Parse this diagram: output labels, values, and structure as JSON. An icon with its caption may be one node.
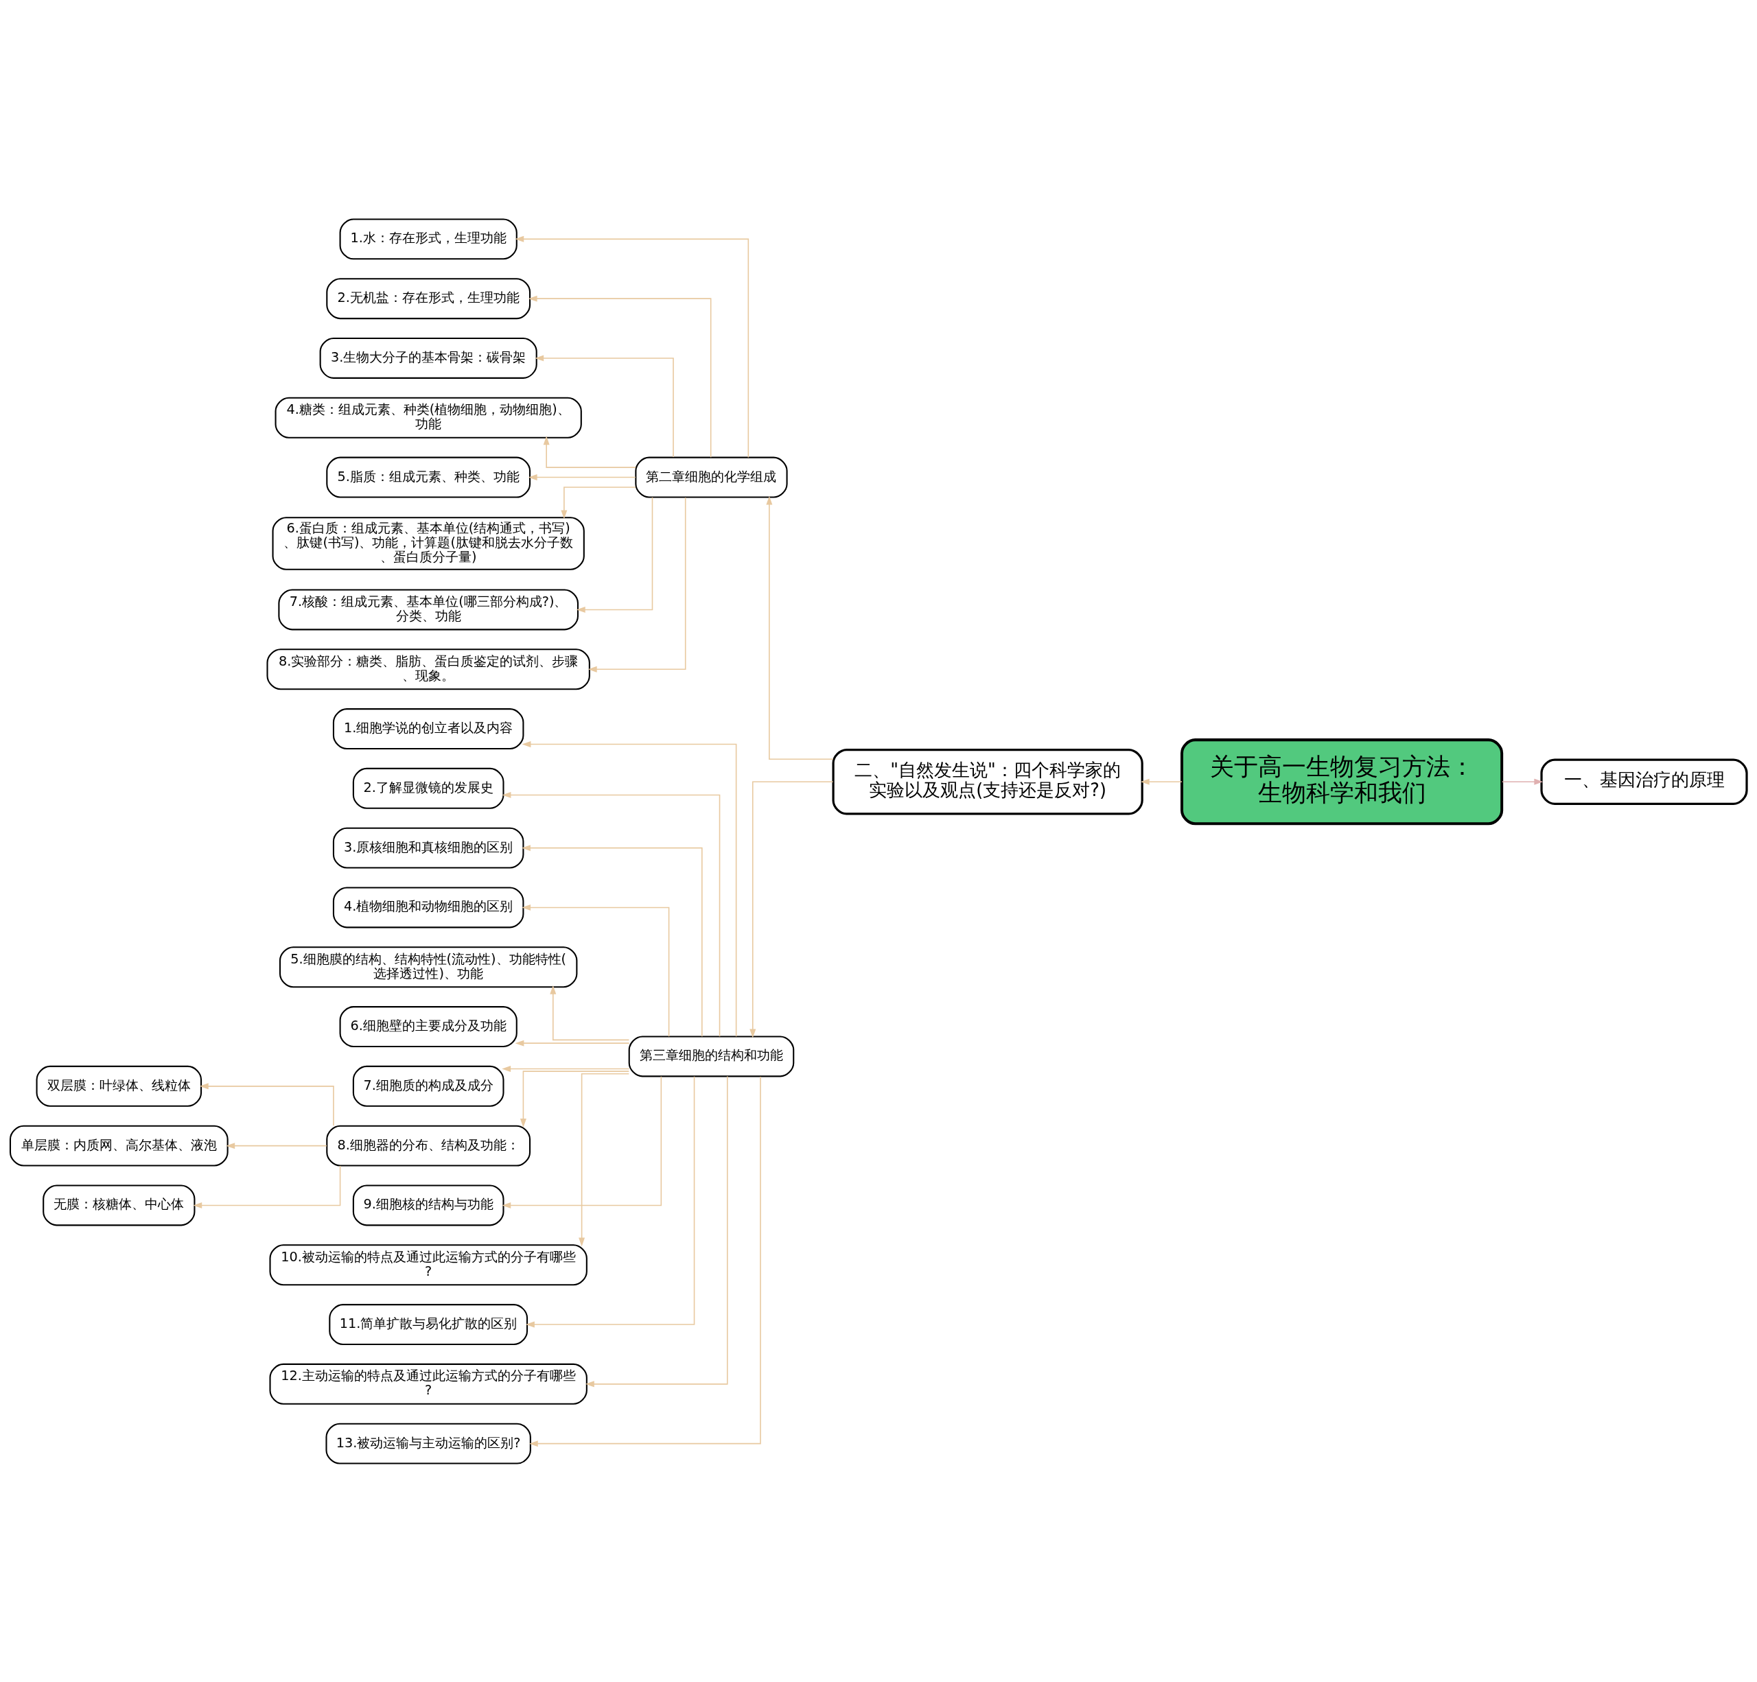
{
  "diagram": {
    "nodes": [
      {
        "text": [
          "关于高一生物复习方法：生物科学和我们"
        ]
      },
      {
        "text": [
          "一、基因治疗的原理"
        ]
      },
      {
        "text": [
          "二、\"自然发生说\"：四个科学家的实验以及观点(支持还是反对?)"
        ]
      },
      {
        "text": [
          "第二章细胞的化学组成"
        ]
      },
      {
        "text": [
          "1.水：存在形式，生理功能"
        ]
      },
      {
        "text": [
          "2.无机盐：存在形式，生理功能"
        ]
      },
      {
        "text": [
          "3.生物大分子的基本骨架：碳骨架"
        ]
      },
      {
        "text": [
          "4.糖类：组成元素、种类(植物细胞，动物细胞)、功能"
        ]
      },
      {
        "text": [
          "5.脂质：组成元素、种类、功能"
        ]
      },
      {
        "text": [
          "6.蛋白质：组成元素、基本单位(结构通式，书写)、肽键(书写)、功能，计算题(肽键和脱去水分子数、蛋白质分子量)"
        ]
      },
      {
        "text": [
          "7.核酸：组成元素、基本单位(哪三部分构成?)、分类、功能"
        ]
      },
      {
        "text": [
          "8.实验部分：糖类、脂肪、蛋白质鉴定的试剂、步骤、现象。"
        ]
      },
      {
        "text": [
          "第三章细胞的结构和功能"
        ]
      },
      {
        "text": [
          "1.细胞学说的创立者以及内容"
        ]
      },
      {
        "text": [
          "2.了解显微镜的发展史"
        ]
      },
      {
        "text": [
          "3.原核细胞和真核细胞的区别"
        ]
      },
      {
        "text": [
          "4.植物细胞和动物细胞的区别"
        ]
      },
      {
        "text": [
          "5.细胞膜的结构、结构特性(流动性)、功能特性(选择透过性)、功能"
        ]
      },
      {
        "text": [
          "6.细胞壁的主要成分及功能"
        ]
      },
      {
        "text": [
          "7.细胞质的构成及成分"
        ]
      },
      {
        "text": [
          "8.细胞器的分布、结构及功能："
        ]
      },
      {
        "text": [
          "双层膜：叶绿体、线粒体"
        ]
      },
      {
        "text": [
          "单层膜：内质网、高尔基体、液泡"
        ]
      },
      {
        "text": [
          "无膜：核糖体、中心体"
        ]
      },
      {
        "text": [
          "9.细胞核的结构与功能"
        ]
      },
      {
        "text": [
          "10.被动运输的特点及通过此运输方式的分子有哪些?"
        ]
      },
      {
        "text": [
          "11.简单扩散与易化扩散的区别"
        ]
      },
      {
        "text": [
          "12.主动运输的特点及通过此运输方式的分子有哪些?"
        ]
      },
      {
        "text": [
          "13.被动运输与主动运输的区别?"
        ]
      }
    ],
    "edges": [
      {
        "from": 0,
        "to": 1,
        "arrow": "to",
        "color": "#e0b0b0"
      },
      {
        "from": 0,
        "to": 2,
        "arrow": "to"
      },
      {
        "from": 2,
        "to": 3,
        "arrow": "to"
      },
      {
        "from": 3,
        "to": 4,
        "arrow": "to"
      },
      {
        "from": 3,
        "to": 5,
        "arrow": "to"
      },
      {
        "from": 3,
        "to": 6,
        "arrow": "to"
      },
      {
        "from": 3,
        "to": 7,
        "arrow": "to"
      },
      {
        "from": 3,
        "to": 8,
        "arrow": "to"
      },
      {
        "from": 3,
        "to": 9,
        "arrow": "to"
      },
      {
        "from": 3,
        "to": 10,
        "arrow": "to"
      },
      {
        "from": 3,
        "to": 11,
        "arrow": "to"
      },
      {
        "from": 2,
        "to": 12,
        "arrow": "to"
      },
      {
        "from": 12,
        "to": 13,
        "arrow": "to"
      },
      {
        "from": 12,
        "to": 14,
        "arrow": "to"
      },
      {
        "from": 12,
        "to": 15,
        "arrow": "to"
      },
      {
        "from": 12,
        "to": 16,
        "arrow": "to"
      },
      {
        "from": 12,
        "to": 17,
        "arrow": "to"
      },
      {
        "from": 12,
        "to": 18,
        "arrow": "to"
      },
      {
        "from": 12,
        "to": 19,
        "arrow": "to"
      },
      {
        "from": 12,
        "to": 20,
        "arrow": "to"
      },
      {
        "from": 20,
        "to": 21,
        "arrow": "to"
      },
      {
        "from": 20,
        "to": 22,
        "arrow": "to"
      },
      {
        "from": 20,
        "to": 23,
        "arrow": "to"
      },
      {
        "from": 12,
        "to": 24,
        "arrow": "to"
      },
      {
        "from": 12,
        "to": 25,
        "arrow": "to"
      },
      {
        "from": 12,
        "to": 26,
        "arrow": "to"
      },
      {
        "from": 12,
        "to": 27,
        "arrow": "to"
      },
      {
        "from": 12,
        "to": 28,
        "arrow": "to"
      }
    ]
  }
}
